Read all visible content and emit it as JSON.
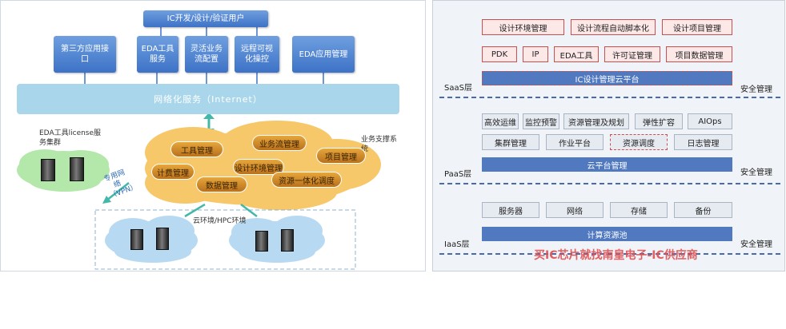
{
  "left": {
    "top_bar": "IC开发/设计/验证用户",
    "top_boxes": [
      "第三方应用接口",
      "EDA工具服务",
      "灵活业务流配置",
      "远程可视化操控",
      "EDA应用管理"
    ],
    "internet_bar": "网络化服务（Internet）",
    "license_label": "EDA工具license服务集群",
    "vpn_label": "专用网络（VPN）",
    "business_label": "业务支撑系统",
    "business_items": [
      "工具管理",
      "业务流管理",
      "项目管理",
      "计费管理",
      "设计环境管理",
      "数据管理",
      "资源一体化调度"
    ],
    "cloud_env_label": "云环境/HPC环境"
  },
  "right": {
    "saas": {
      "row1": [
        "设计环境管理",
        "设计流程自动脚本化",
        "设计项目管理"
      ],
      "row2": [
        "PDK",
        "IP",
        "EDA工具",
        "许可证管理",
        "项目数据管理"
      ],
      "bar": "IC设计管理云平台",
      "layer": "SaaS层",
      "security": "安全管理"
    },
    "paas": {
      "row1": [
        "高效运维",
        "监控预警",
        "资源管理及规划",
        "弹性扩容",
        "AIOps"
      ],
      "row2": [
        "集群管理",
        "作业平台",
        "资源调度",
        "日志管理"
      ],
      "bar": "云平台管理",
      "layer": "PaaS层",
      "security": "安全管理"
    },
    "iaas": {
      "row1": [
        "服务器",
        "网络",
        "存储",
        "备份"
      ],
      "bar": "计算资源池",
      "layer": "IaaS层",
      "security": "安全管理"
    },
    "watermark": "买IC芯片就找南皇电子-IC供应商"
  },
  "colors": {
    "blue_box": "#4a80d0",
    "internet_bar": "#a9d6ea",
    "pill": "#d08a2c",
    "cloud": "#f7c86a",
    "red_border": "#c85050",
    "platform_bar": "#5079bf",
    "watermark": "#e05050"
  }
}
